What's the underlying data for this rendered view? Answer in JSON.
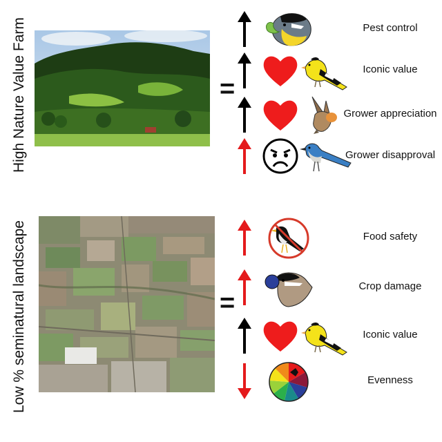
{
  "sections": {
    "top": {
      "label": "High Nature Value Farm",
      "rows": [
        {
          "label": "Pest control",
          "direction": "up",
          "arrow_color": "#000000",
          "icons": [
            "warbler-eating-caterpillar-icon"
          ]
        },
        {
          "label": "Iconic value",
          "direction": "up",
          "arrow_color": "#000000",
          "icons": [
            "heart-icon",
            "goldfinch-icon"
          ]
        },
        {
          "label": "Grower appreciation",
          "direction": "up",
          "arrow_color": "#000000",
          "icons": [
            "heart-icon",
            "swallow-icon"
          ]
        },
        {
          "label": "Grower disapproval",
          "direction": "up",
          "arrow_color": "#e41a1c",
          "icons": [
            "frowning-face-icon",
            "scrub-jay-icon"
          ]
        }
      ]
    },
    "bottom": {
      "label": "Low % seminatural landscape",
      "rows": [
        {
          "label": "Food safety",
          "direction": "up",
          "arrow_color": "#e41a1c",
          "icons": [
            "prohibited-starling-icon"
          ]
        },
        {
          "label": "Crop damage",
          "direction": "up",
          "arrow_color": "#e41a1c",
          "icons": [
            "bird-eating-blueberry-icon"
          ]
        },
        {
          "label": "Iconic value",
          "direction": "up",
          "arrow_color": "#000000",
          "icons": [
            "heart-icon",
            "goldfinch-icon"
          ]
        },
        {
          "label": "Evenness",
          "direction": "down",
          "arrow_color": "#e41a1c",
          "icons": [
            "evenness-pie-icon"
          ]
        }
      ]
    }
  },
  "colors": {
    "heart": "#ee1c1c",
    "red_arrow": "#e41a1c",
    "black_arrow": "#000000",
    "goldfinch": "#f4e21a",
    "jay_blue": "#3a7fc4"
  }
}
